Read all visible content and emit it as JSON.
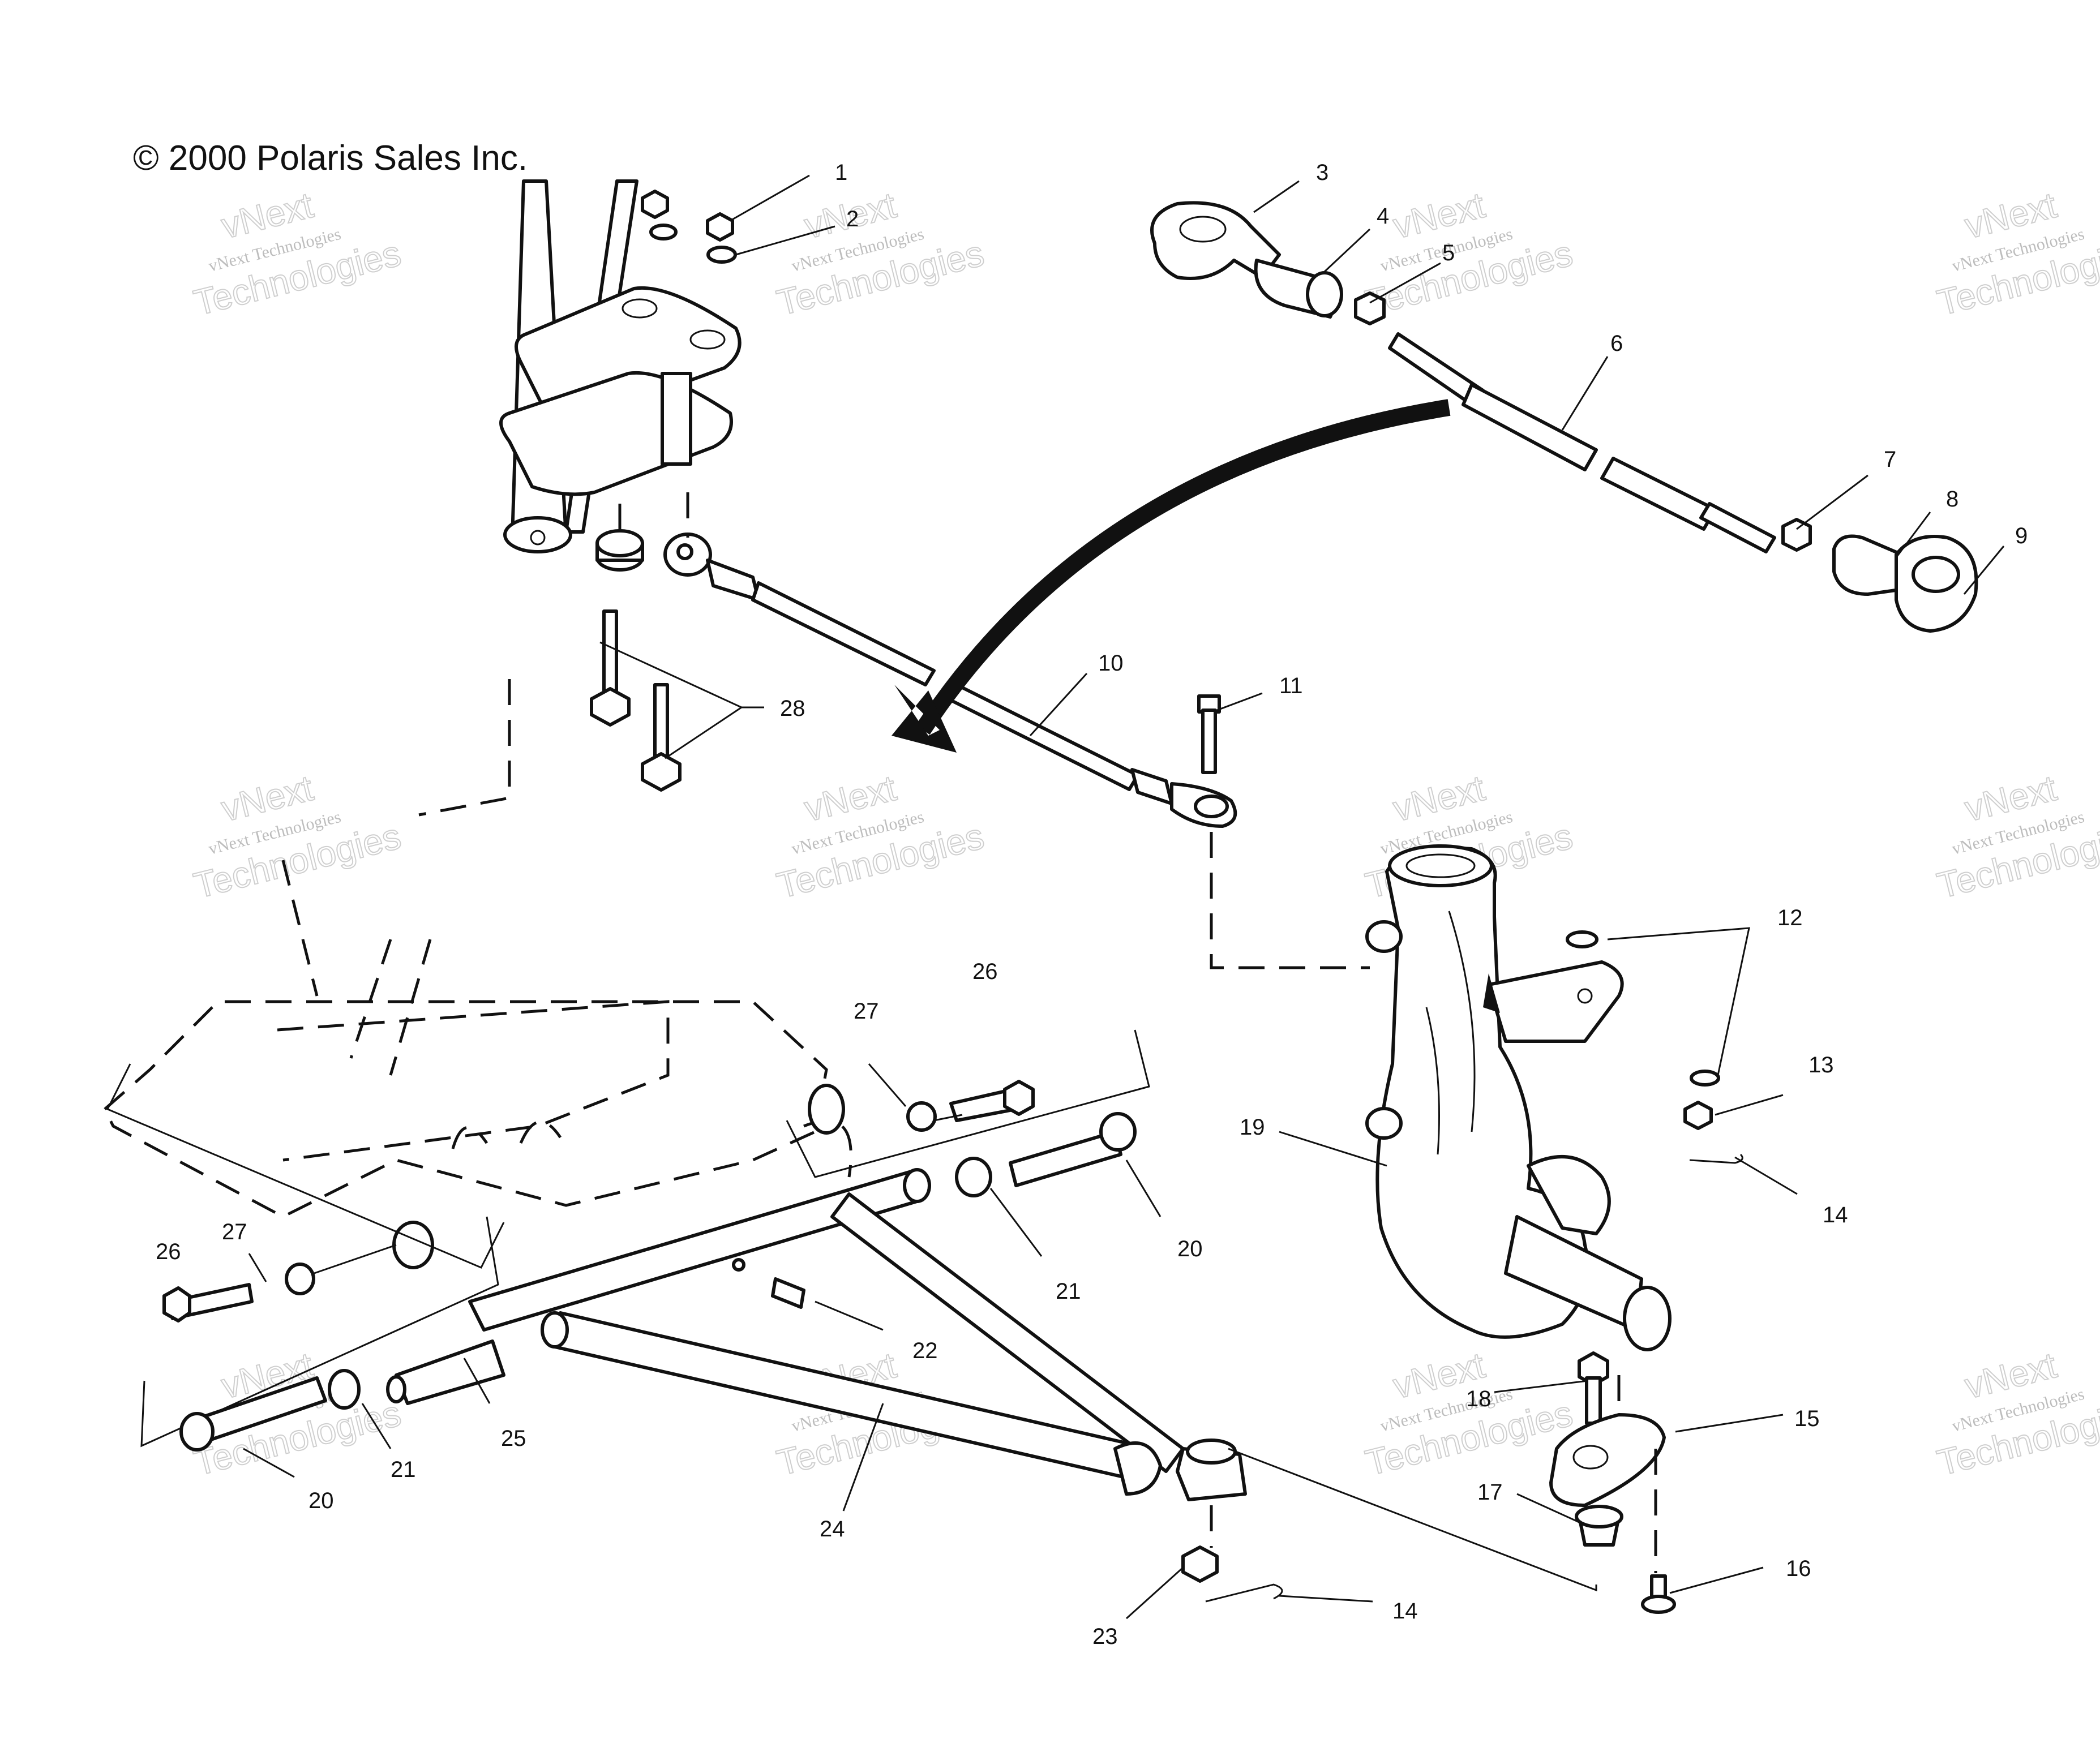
{
  "copyright": "© 2000 Polaris Sales Inc.",
  "watermark": {
    "line1": "vNext",
    "line2": "vNext Technologies",
    "line3": "Technologies"
  },
  "callouts": {
    "c1": "1",
    "c2": "2",
    "c3": "3",
    "c4": "4",
    "c5": "5",
    "c6": "6",
    "c7": "7",
    "c8": "8",
    "c9": "9",
    "c10": "10",
    "c11": "11",
    "c12": "12",
    "c13": "13",
    "c14a": "14",
    "c14b": "14",
    "c15": "15",
    "c16": "16",
    "c17": "17",
    "c18": "18",
    "c19": "19",
    "c20a": "20",
    "c20b": "20",
    "c21a": "21",
    "c21b": "21",
    "c22": "22",
    "c23": "23",
    "c24": "24",
    "c25": "25",
    "c26a": "26",
    "c26b": "26",
    "c27a": "27",
    "c27b": "27",
    "c28": "28"
  }
}
